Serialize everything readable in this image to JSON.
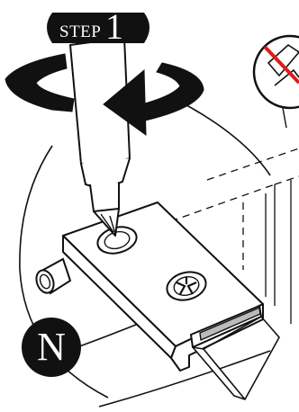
{
  "step_badge": {
    "word": "STEP",
    "number": "1"
  },
  "part_badge": {
    "letter": "N"
  },
  "colors": {
    "ink": "#111111",
    "paper": "#ffffff",
    "shade": "#bbbbbb",
    "warning_red": "#e01b1b"
  },
  "icons": {
    "screwdriver": "screwdriver-icon",
    "rotation": "clockwise-rotation-arrow-icon",
    "prohibited_tool": "no-power-drill-icon"
  }
}
